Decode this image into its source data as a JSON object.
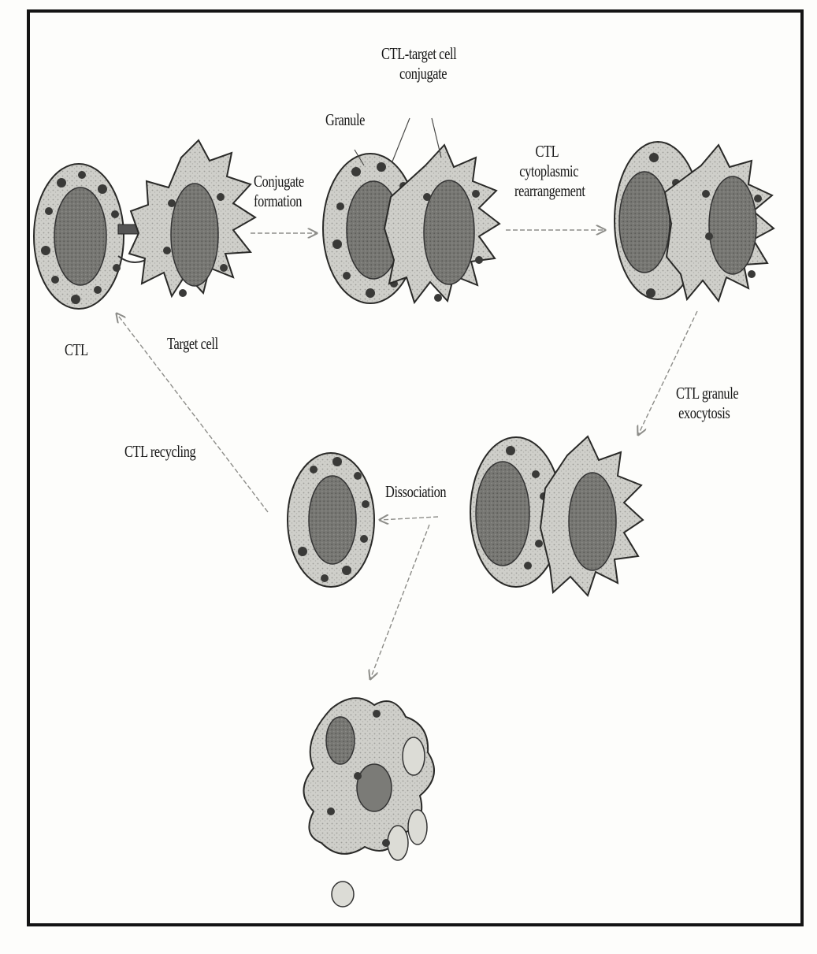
{
  "labels": {
    "cell_conjugate_line1": "CTL-target cell",
    "cell_conjugate_line2": "conjugate",
    "granule": "Granule",
    "conjugate_formation_line1": "Conjugate",
    "conjugate_formation_line2": "formation",
    "rearrangement_line1": "CTL",
    "rearrangement_line2": "cytoplasmic",
    "rearrangement_line3": "rearrangement",
    "ctl": "CTL",
    "target_cell": "Target cell",
    "exocytosis_line1": "CTL granule",
    "exocytosis_line2": "exocytosis",
    "recycling": "CTL recycling",
    "dissociation": "Dissociation"
  },
  "colors": {
    "ink": "#161616",
    "cytoplasm": "#c9c9c4",
    "nucleus": "#6f6f6b",
    "granule": "#3a3a38",
    "arrow": "#9a9a96"
  }
}
